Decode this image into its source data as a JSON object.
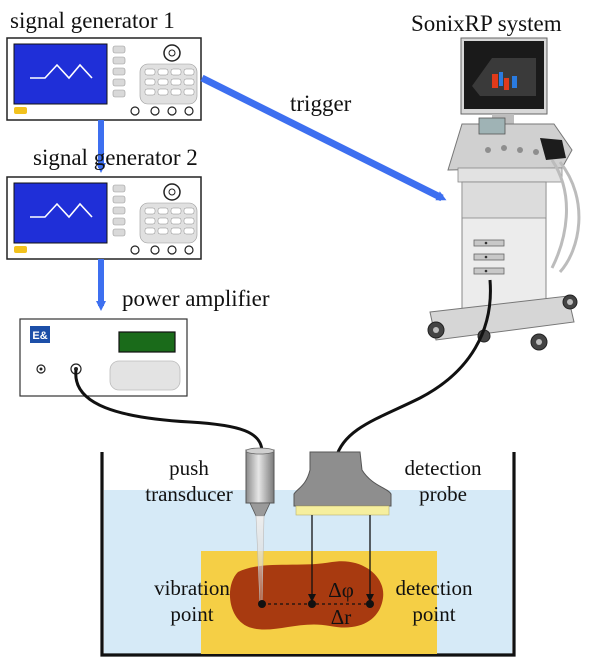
{
  "labels": {
    "signal_generator_1": "signal generator 1",
    "signal_generator_2": "signal generator 2",
    "sonix_system": "SonixRP system",
    "trigger": "trigger",
    "power_amplifier": "power amplifier",
    "push": "push",
    "transducer": "transducer",
    "detection": "detection",
    "probe": "probe",
    "vibration": "vibration",
    "vibration_point": "point",
    "detection_pt": "detection",
    "detection_point": "point",
    "delta_phi": "Δφ",
    "delta_r": "Δr",
    "amp_logo": "E&"
  },
  "colors": {
    "arrow": "#3d6ff0",
    "screen": "#1f2fd8",
    "water": "#d6eaf7",
    "tissue": "#f5cf45",
    "lesion": "#a83a10",
    "amp_display": "#1a6b1a",
    "indicator": "#f2c21d"
  },
  "icons": [
    "signal-generator-icon",
    "ultrasound-system-icon",
    "power-amplifier-icon",
    "transducer-icon",
    "probe-icon"
  ]
}
